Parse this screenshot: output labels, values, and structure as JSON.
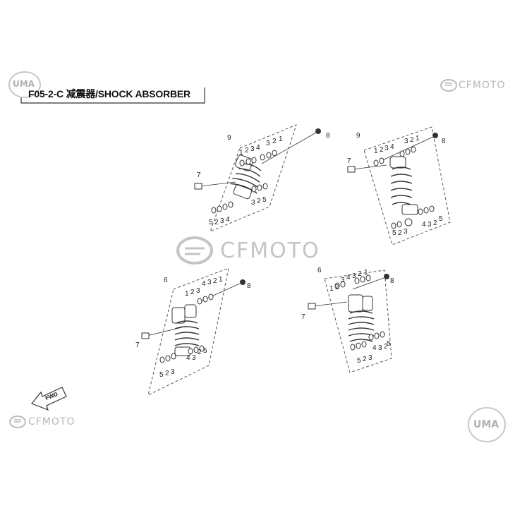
{
  "header": {
    "title": "F05-2-C 减震器/SHOCK ABSORBER"
  },
  "brand": {
    "name": "CFMOTO",
    "uma": "UMA"
  },
  "fwd_label": "FWD",
  "diagram": {
    "callouts": {
      "tl": [
        "9",
        "1",
        "2",
        "3",
        "4",
        "3",
        "2",
        "1",
        "8",
        "7",
        "3",
        "2",
        "5",
        "5",
        "2",
        "3",
        "4"
      ],
      "tr": [
        "9",
        "1",
        "2",
        "3",
        "4",
        "3",
        "2",
        "1",
        "8",
        "7",
        "5",
        "2",
        "3",
        "4",
        "3",
        "2",
        "5"
      ],
      "bl": [
        "6",
        "1",
        "2",
        "3",
        "4",
        "3",
        "2",
        "1",
        "8",
        "7",
        "4",
        "3",
        "2",
        "5",
        "5",
        "2",
        "3"
      ],
      "br": [
        "6",
        "1",
        "2",
        "3",
        "4",
        "3",
        "2",
        "1",
        "8",
        "7",
        "5",
        "2",
        "3",
        "4",
        "3",
        "2",
        "5"
      ]
    }
  },
  "colors": {
    "line": "#555555",
    "brand_gray": "#b8b8b8"
  }
}
